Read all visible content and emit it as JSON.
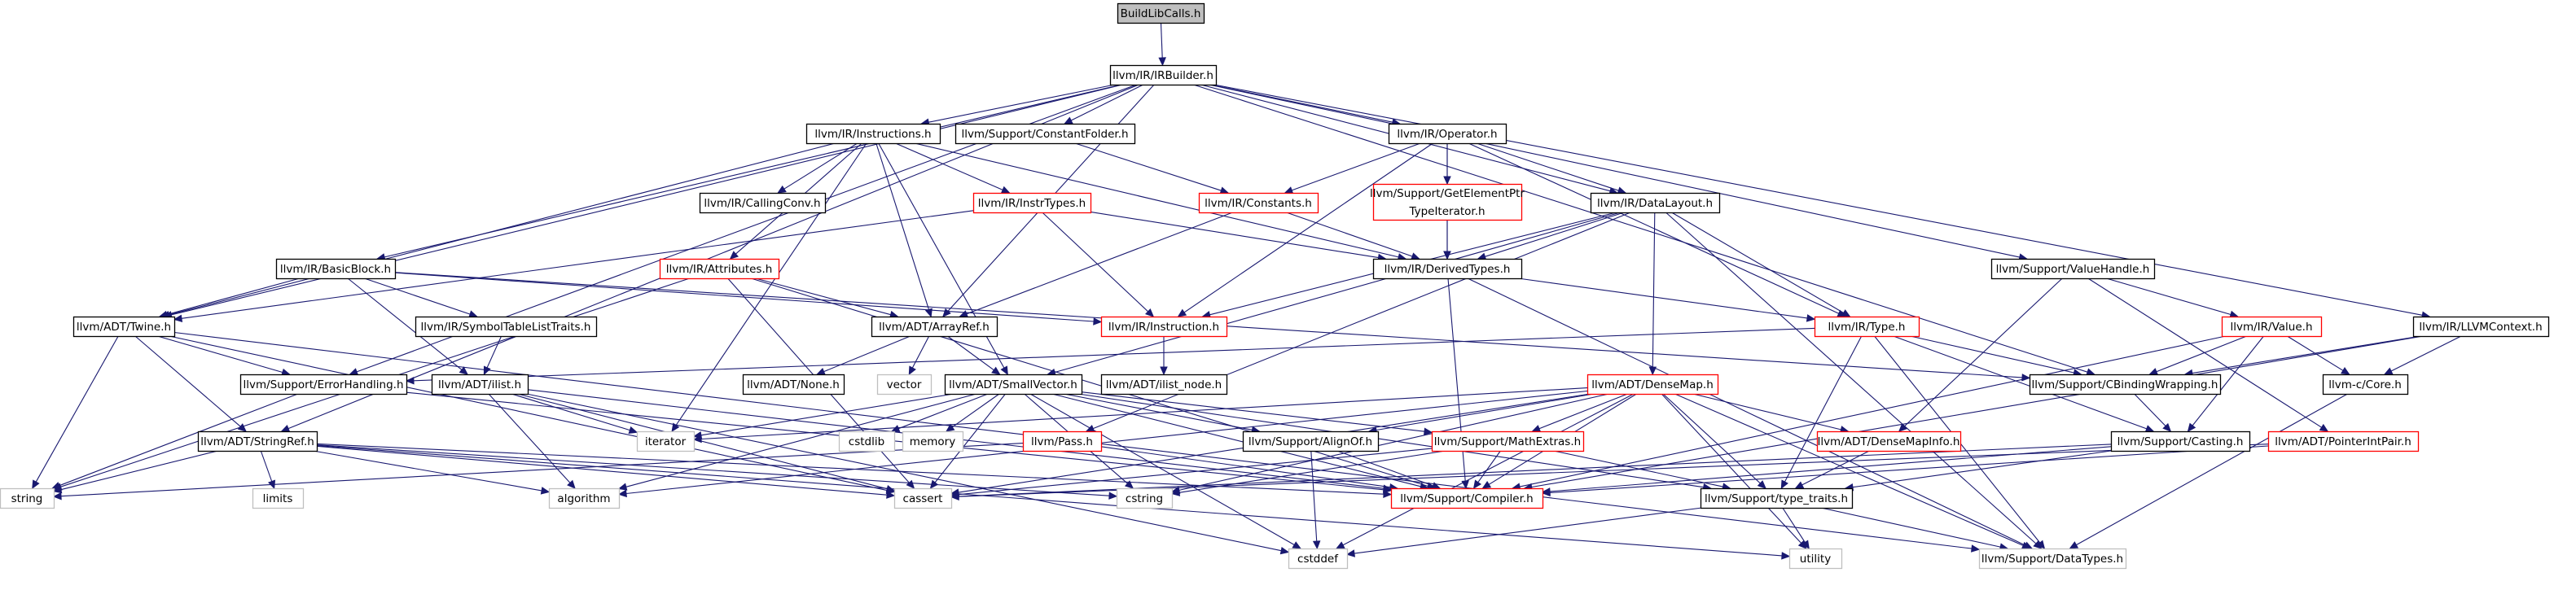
{
  "colors": {
    "edge": "#191970",
    "box_stroke_documented": "#000000",
    "box_stroke_undocumented": "#ff0000",
    "box_stroke_system": "#bfbfbf",
    "root_fill": "#bfbfbf",
    "text_documented": "#000000",
    "text_undocumented": "#000000",
    "text_system": "#000000"
  },
  "nodes": {
    "root": {
      "label": "BuildLibCalls.h",
      "kind": "root"
    },
    "irbuilder": {
      "label": "llvm/IR/IRBuilder.h",
      "kind": "doc"
    },
    "instructions": {
      "label": "llvm/IR/Instructions.h",
      "kind": "doc"
    },
    "constantfolder": {
      "label": "llvm/Support/ConstantFolder.h",
      "kind": "doc"
    },
    "operator": {
      "label": "llvm/IR/Operator.h",
      "kind": "doc"
    },
    "callingconv": {
      "label": "llvm/IR/CallingConv.h",
      "kind": "doc"
    },
    "instrtypes": {
      "label": "llvm/IR/InstrTypes.h",
      "kind": "red"
    },
    "constants": {
      "label": "llvm/IR/Constants.h",
      "kind": "red"
    },
    "gepti_1": {
      "label": "llvm/Support/GetElementPtr",
      "kind": "red"
    },
    "gepti_2": {
      "label": "TypeIterator.h",
      "kind": "red"
    },
    "datalayout": {
      "label": "llvm/IR/DataLayout.h",
      "kind": "doc"
    },
    "basicblock": {
      "label": "llvm/IR/BasicBlock.h",
      "kind": "doc"
    },
    "attributes": {
      "label": "llvm/IR/Attributes.h",
      "kind": "red"
    },
    "derivedtypes": {
      "label": "llvm/IR/DerivedTypes.h",
      "kind": "doc"
    },
    "valuehandle": {
      "label": "llvm/Support/ValueHandle.h",
      "kind": "doc"
    },
    "twine": {
      "label": "llvm/ADT/Twine.h",
      "kind": "doc"
    },
    "symtablelisttraits": {
      "label": "llvm/IR/SymbolTableListTraits.h",
      "kind": "doc"
    },
    "arrayref": {
      "label": "llvm/ADT/ArrayRef.h",
      "kind": "doc"
    },
    "instruction": {
      "label": "llvm/IR/Instruction.h",
      "kind": "red"
    },
    "type": {
      "label": "llvm/IR/Type.h",
      "kind": "red"
    },
    "value": {
      "label": "llvm/IR/Value.h",
      "kind": "red"
    },
    "llvmcontext": {
      "label": "llvm/IR/LLVMContext.h",
      "kind": "doc"
    },
    "errorhandling": {
      "label": "llvm/Support/ErrorHandling.h",
      "kind": "doc"
    },
    "ilist": {
      "label": "llvm/ADT/ilist.h",
      "kind": "doc"
    },
    "none": {
      "label": "llvm/ADT/None.h",
      "kind": "doc"
    },
    "vector": {
      "label": "vector",
      "kind": "sys"
    },
    "smallvector": {
      "label": "llvm/ADT/SmallVector.h",
      "kind": "doc"
    },
    "ilistnode": {
      "label": "llvm/ADT/ilist_node.h",
      "kind": "doc"
    },
    "densemap": {
      "label": "llvm/ADT/DenseMap.h",
      "kind": "red"
    },
    "cbindingwrapping": {
      "label": "llvm/Support/CBindingWrapping.h",
      "kind": "doc"
    },
    "ccore": {
      "label": "llvm-c/Core.h",
      "kind": "doc"
    },
    "iterator": {
      "label": "iterator",
      "kind": "sys"
    },
    "cstdlib": {
      "label": "cstdlib",
      "kind": "sys"
    },
    "memory": {
      "label": "memory",
      "kind": "sys"
    },
    "alignof": {
      "label": "llvm/Support/AlignOf.h",
      "kind": "doc"
    },
    "mathextras": {
      "label": "llvm/Support/MathExtras.h",
      "kind": "red"
    },
    "densemapinfo": {
      "label": "llvm/ADT/DenseMapInfo.h",
      "kind": "red"
    },
    "casting": {
      "label": "llvm/Support/Casting.h",
      "kind": "doc"
    },
    "pointerintpair": {
      "label": "llvm/ADT/PointerIntPair.h",
      "kind": "red"
    },
    "pass": {
      "label": "llvm/Pass.h",
      "kind": "red"
    },
    "stringref": {
      "label": "llvm/ADT/StringRef.h",
      "kind": "doc"
    },
    "string": {
      "label": "string",
      "kind": "sys"
    },
    "limits": {
      "label": "limits",
      "kind": "sys"
    },
    "algorithm": {
      "label": "algorithm",
      "kind": "sys"
    },
    "cassert": {
      "label": "cassert",
      "kind": "sys"
    },
    "cstring": {
      "label": "cstring",
      "kind": "sys"
    },
    "compiler": {
      "label": "llvm/Support/Compiler.h",
      "kind": "red"
    },
    "typetraits": {
      "label": "llvm/Support/type_traits.h",
      "kind": "doc"
    },
    "cstddef": {
      "label": "cstddef",
      "kind": "sys"
    },
    "utility": {
      "label": "utility",
      "kind": "sys"
    },
    "datatypes": {
      "label": "llvm/Support/DataTypes.h",
      "kind": "sys"
    }
  },
  "edges": [
    [
      "root",
      "irbuilder"
    ],
    [
      "irbuilder",
      "instructions"
    ],
    [
      "irbuilder",
      "constantfolder"
    ],
    [
      "irbuilder",
      "operator"
    ],
    [
      "irbuilder",
      "datalayout"
    ],
    [
      "irbuilder",
      "basicblock"
    ],
    [
      "irbuilder",
      "twine"
    ],
    [
      "irbuilder",
      "arrayref"
    ],
    [
      "irbuilder",
      "valuehandle"
    ],
    [
      "irbuilder",
      "llvmcontext"
    ],
    [
      "irbuilder",
      "cbindingwrapping"
    ],
    [
      "irbuilder",
      "stringref"
    ],
    [
      "irbuilder",
      "errorhandling"
    ],
    [
      "instructions",
      "callingconv"
    ],
    [
      "instructions",
      "instrtypes"
    ],
    [
      "instructions",
      "attributes"
    ],
    [
      "instructions",
      "derivedtypes"
    ],
    [
      "instructions",
      "twine"
    ],
    [
      "instructions",
      "arrayref"
    ],
    [
      "instructions",
      "smallvector"
    ],
    [
      "instructions",
      "iterator"
    ],
    [
      "constantfolder",
      "constants"
    ],
    [
      "operator",
      "constants"
    ],
    [
      "operator",
      "gepti_2"
    ],
    [
      "operator",
      "datalayout"
    ],
    [
      "operator",
      "derivedtypes"
    ],
    [
      "operator",
      "instruction"
    ],
    [
      "operator",
      "type"
    ],
    [
      "instrtypes",
      "derivedtypes"
    ],
    [
      "instrtypes",
      "instruction"
    ],
    [
      "instrtypes",
      "twine"
    ],
    [
      "constants",
      "derivedtypes"
    ],
    [
      "constants",
      "arrayref"
    ],
    [
      "gepti_2",
      "derivedtypes"
    ],
    [
      "datalayout",
      "derivedtypes"
    ],
    [
      "datalayout",
      "type"
    ],
    [
      "datalayout",
      "densemap"
    ],
    [
      "datalayout",
      "smallvector"
    ],
    [
      "datalayout",
      "pass"
    ],
    [
      "datalayout",
      "datatypes"
    ],
    [
      "datalayout",
      "instruction"
    ],
    [
      "basicblock",
      "instruction"
    ],
    [
      "basicblock",
      "symtablelisttraits"
    ],
    [
      "basicblock",
      "ilist"
    ],
    [
      "basicblock",
      "twine"
    ],
    [
      "basicblock",
      "cbindingwrapping"
    ],
    [
      "attributes",
      "arrayref"
    ],
    [
      "attributes",
      "compiler"
    ],
    [
      "attributes",
      "string"
    ],
    [
      "attributes",
      "cassert"
    ],
    [
      "derivedtypes",
      "type"
    ],
    [
      "derivedtypes",
      "compiler"
    ],
    [
      "derivedtypes",
      "datatypes"
    ],
    [
      "valuehandle",
      "value"
    ],
    [
      "valuehandle",
      "densemapinfo"
    ],
    [
      "valuehandle",
      "pointerintpair"
    ],
    [
      "twine",
      "errorhandling"
    ],
    [
      "twine",
      "stringref"
    ],
    [
      "twine",
      "string"
    ],
    [
      "twine",
      "cassert"
    ],
    [
      "twine",
      "datatypes"
    ],
    [
      "symtablelisttraits",
      "ilist"
    ],
    [
      "arrayref",
      "none"
    ],
    [
      "arrayref",
      "vector"
    ],
    [
      "arrayref",
      "smallvector"
    ],
    [
      "instruction",
      "ilistnode"
    ],
    [
      "type",
      "cbindingwrapping"
    ],
    [
      "type",
      "casting"
    ],
    [
      "type",
      "typetraits"
    ],
    [
      "type",
      "datatypes"
    ],
    [
      "type",
      "errorhandling"
    ],
    [
      "value",
      "cbindingwrapping"
    ],
    [
      "value",
      "casting"
    ],
    [
      "value",
      "ccore"
    ],
    [
      "value",
      "compiler"
    ],
    [
      "llvmcontext",
      "cbindingwrapping"
    ],
    [
      "llvmcontext",
      "ccore"
    ],
    [
      "llvmcontext",
      "compiler"
    ],
    [
      "errorhandling",
      "string"
    ],
    [
      "errorhandling",
      "compiler"
    ],
    [
      "ilist",
      "iterator"
    ],
    [
      "ilist",
      "compiler"
    ],
    [
      "ilist",
      "algorithm"
    ],
    [
      "ilist",
      "cassert"
    ],
    [
      "ilist",
      "cstddef"
    ],
    [
      "smallvector",
      "iterator"
    ],
    [
      "smallvector",
      "cstdlib"
    ],
    [
      "smallvector",
      "memory"
    ],
    [
      "smallvector",
      "alignof"
    ],
    [
      "smallvector",
      "mathextras"
    ],
    [
      "smallvector",
      "compiler"
    ],
    [
      "smallvector",
      "typetraits"
    ],
    [
      "smallvector",
      "algorithm"
    ],
    [
      "smallvector",
      "cassert"
    ],
    [
      "smallvector",
      "cstring"
    ],
    [
      "smallvector",
      "cstddef"
    ],
    [
      "densemap",
      "densemapinfo"
    ],
    [
      "densemap",
      "mathextras"
    ],
    [
      "densemap",
      "alignof"
    ],
    [
      "densemap",
      "typetraits"
    ],
    [
      "densemap",
      "compiler"
    ],
    [
      "densemap",
      "iterator"
    ],
    [
      "densemap",
      "algorithm"
    ],
    [
      "densemap",
      "cassert"
    ],
    [
      "densemap",
      "cstring"
    ],
    [
      "densemap",
      "cstddef"
    ],
    [
      "densemap",
      "utility"
    ],
    [
      "densemap",
      "datatypes"
    ],
    [
      "cbindingwrapping",
      "casting"
    ],
    [
      "ccore",
      "datatypes"
    ],
    [
      "alignof",
      "compiler"
    ],
    [
      "alignof",
      "cstddef"
    ],
    [
      "mathextras",
      "compiler"
    ],
    [
      "mathextras",
      "typetraits"
    ],
    [
      "mathextras",
      "cstring"
    ],
    [
      "mathextras",
      "cassert"
    ],
    [
      "densemapinfo",
      "typetraits"
    ],
    [
      "casting",
      "typetraits"
    ],
    [
      "casting",
      "cassert"
    ],
    [
      "casting",
      "compiler"
    ],
    [
      "pointerintpair",
      "compiler"
    ],
    [
      "pointerintpair",
      "cassert"
    ],
    [
      "pass",
      "string"
    ],
    [
      "pass",
      "compiler"
    ],
    [
      "stringref",
      "string"
    ],
    [
      "stringref",
      "limits"
    ],
    [
      "stringref",
      "algorithm"
    ],
    [
      "stringref",
      "cassert"
    ],
    [
      "stringref",
      "cstring"
    ],
    [
      "stringref",
      "utility"
    ],
    [
      "stringref",
      "compiler"
    ],
    [
      "typetraits",
      "cstddef"
    ],
    [
      "typetraits",
      "utility"
    ],
    [
      "typetraits",
      "datatypes"
    ]
  ]
}
